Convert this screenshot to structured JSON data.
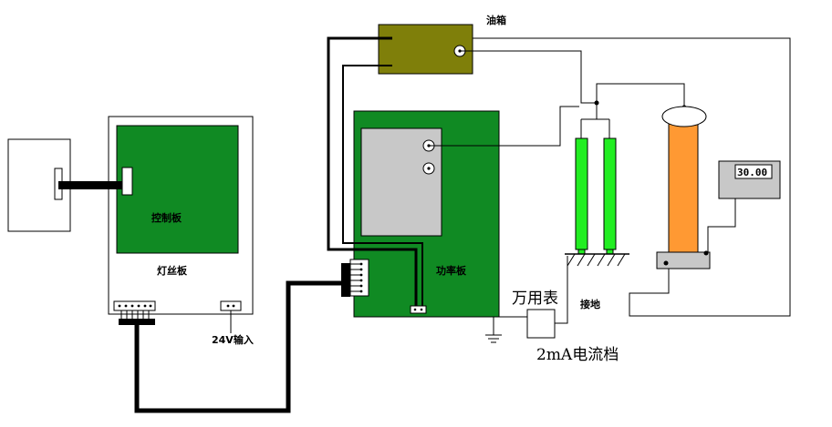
{
  "labels": {
    "oil_tank": "油箱",
    "control_board": "控制板",
    "filament_board": "灯丝板",
    "input_24v": "24V输入",
    "power_board": "功率板",
    "multimeter": "万用表",
    "ground": "接地",
    "current_range": "2mA电流档",
    "meter_reading": "30.00"
  },
  "colors": {
    "board_green": "#108a23",
    "tank_olive": "#7f7f0a",
    "capacitor_green": "#22ee22",
    "transformer_orange": "#ff9933",
    "panel_gray": "#c8c8c8",
    "wire": "#000000"
  }
}
